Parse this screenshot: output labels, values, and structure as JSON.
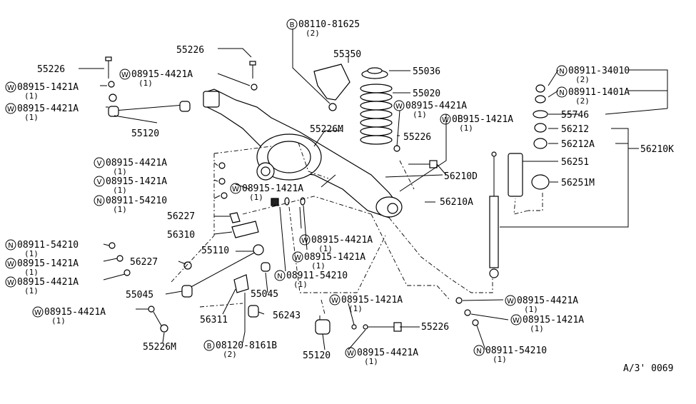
{
  "diagram_id": "A/3'  0069",
  "callouts": [
    {
      "id": "c1",
      "prefix": "B",
      "part": "08110-81625",
      "qty": "(2)"
    },
    {
      "id": "c2",
      "prefix": "",
      "part": "55350",
      "qty": ""
    },
    {
      "id": "c3",
      "prefix": "",
      "part": "55226",
      "qty": ""
    },
    {
      "id": "c4",
      "prefix": "",
      "part": "55226",
      "qty": ""
    },
    {
      "id": "c5",
      "prefix": "W",
      "part": "08915-4421A",
      "qty": "(1)"
    },
    {
      "id": "c6",
      "prefix": "W",
      "part": "08915-1421A",
      "qty": "(1)"
    },
    {
      "id": "c7",
      "prefix": "W",
      "part": "08915-4421A",
      "qty": "(1)"
    },
    {
      "id": "c8",
      "prefix": "",
      "part": "55120",
      "qty": ""
    },
    {
      "id": "c9",
      "prefix": "",
      "part": "55036",
      "qty": ""
    },
    {
      "id": "c10",
      "prefix": "",
      "part": "55020",
      "qty": ""
    },
    {
      "id": "c11",
      "prefix": "W",
      "part": "08915-4421A",
      "qty": "(1)"
    },
    {
      "id": "c12",
      "prefix": "",
      "part": "55226M",
      "qty": ""
    },
    {
      "id": "c13",
      "prefix": "",
      "part": "55226",
      "qty": ""
    },
    {
      "id": "c14",
      "prefix": "",
      "part": "56210D",
      "qty": ""
    },
    {
      "id": "c15",
      "prefix": "",
      "part": "56210A",
      "qty": ""
    },
    {
      "id": "c16",
      "prefix": "N",
      "part": "08911-34010",
      "qty": "(2)"
    },
    {
      "id": "c17",
      "prefix": "N",
      "part": "08911-1401A",
      "qty": "(2)"
    },
    {
      "id": "c18",
      "prefix": "",
      "part": "55746",
      "qty": ""
    },
    {
      "id": "c19",
      "prefix": "",
      "part": "56212",
      "qty": ""
    },
    {
      "id": "c20",
      "prefix": "",
      "part": "56212A",
      "qty": ""
    },
    {
      "id": "c21",
      "prefix": "",
      "part": "56210K",
      "qty": ""
    },
    {
      "id": "c22",
      "prefix": "",
      "part": "56251",
      "qty": ""
    },
    {
      "id": "c23",
      "prefix": "",
      "part": "56251M",
      "qty": ""
    },
    {
      "id": "c24",
      "prefix": "W",
      "part": "0B915-1421A",
      "qty": "(1)"
    },
    {
      "id": "c25",
      "prefix": "V",
      "part": "08915-4421A",
      "qty": "(1)"
    },
    {
      "id": "c26",
      "prefix": "V",
      "part": "08915-1421A",
      "qty": "(1)"
    },
    {
      "id": "c27",
      "prefix": "N",
      "part": "08911-54210",
      "qty": "(1)"
    },
    {
      "id": "c28",
      "prefix": "W",
      "part": "08915-1421A",
      "qty": "(1)"
    },
    {
      "id": "c29",
      "prefix": "",
      "part": "56227",
      "qty": ""
    },
    {
      "id": "c30",
      "prefix": "",
      "part": "56310",
      "qty": ""
    },
    {
      "id": "c31",
      "prefix": "N",
      "part": "08911-54210",
      "qty": "(1)"
    },
    {
      "id": "c32",
      "prefix": "W",
      "part": "08915-1421A",
      "qty": "(1)"
    },
    {
      "id": "c33",
      "prefix": "W",
      "part": "08915-4421A",
      "qty": "(1)"
    },
    {
      "id": "c34",
      "prefix": "",
      "part": "56227",
      "qty": ""
    },
    {
      "id": "c35",
      "prefix": "",
      "part": "55110",
      "qty": ""
    },
    {
      "id": "c36",
      "prefix": "",
      "part": "55045",
      "qty": ""
    },
    {
      "id": "c37",
      "prefix": "",
      "part": "55045",
      "qty": ""
    },
    {
      "id": "c38",
      "prefix": "W",
      "part": "08915-4421A",
      "qty": "(1)"
    },
    {
      "id": "c39",
      "prefix": "",
      "part": "55226M",
      "qty": ""
    },
    {
      "id": "c40",
      "prefix": "",
      "part": "56311",
      "qty": ""
    },
    {
      "id": "c41",
      "prefix": "",
      "part": "56243",
      "qty": ""
    },
    {
      "id": "c42",
      "prefix": "B",
      "part": "08120-8161B",
      "qty": "(2)"
    },
    {
      "id": "c43",
      "prefix": "W",
      "part": "08915-4421A",
      "qty": "(1)"
    },
    {
      "id": "c44",
      "prefix": "W",
      "part": "08915-1421A",
      "qty": "(1)"
    },
    {
      "id": "c45",
      "prefix": "N",
      "part": "08911-54210",
      "qty": "(1)"
    },
    {
      "id": "c46",
      "prefix": "W",
      "part": "08915-1421A",
      "qty": "(1)"
    },
    {
      "id": "c47",
      "prefix": "",
      "part": "55226",
      "qty": ""
    },
    {
      "id": "c48",
      "prefix": "W",
      "part": "08915-4421A",
      "qty": "(1)"
    },
    {
      "id": "c49",
      "prefix": "",
      "part": "55120",
      "qty": ""
    },
    {
      "id": "c50",
      "prefix": "W",
      "part": "08915-4421A",
      "qty": "(1)"
    },
    {
      "id": "c51",
      "prefix": "W",
      "part": "08915-1421A",
      "qty": "(1)"
    },
    {
      "id": "c52",
      "prefix": "N",
      "part": "08911-54210",
      "qty": "(1)"
    }
  ]
}
